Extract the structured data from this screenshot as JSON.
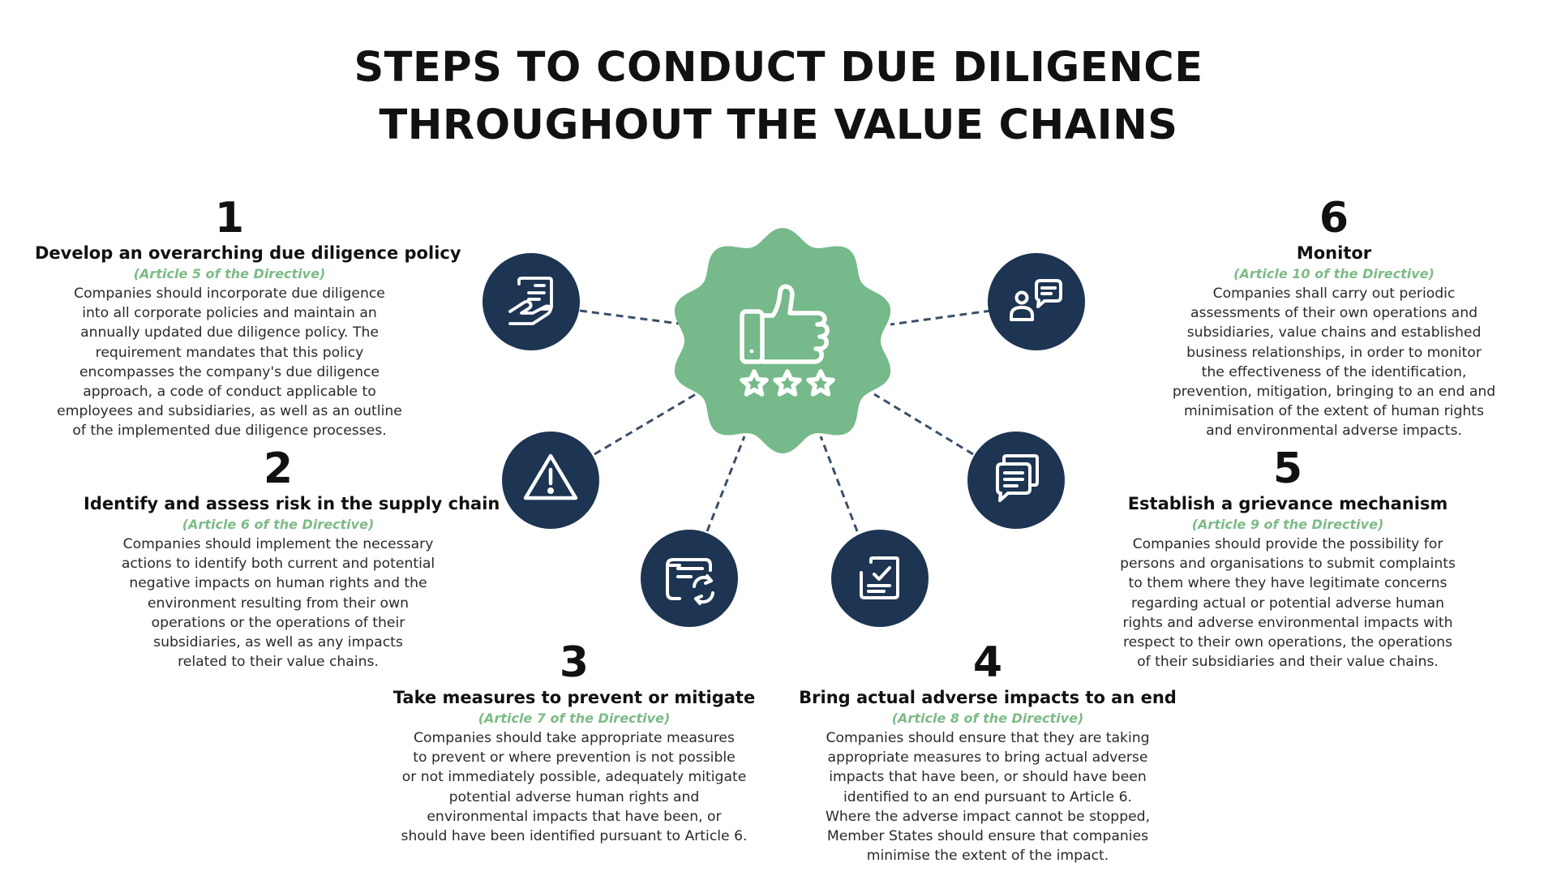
{
  "title": {
    "line1": "STEPS TO CONDUCT DUE DILIGENCE",
    "line2": "THROUGHOUT THE VALUE CHAINS"
  },
  "center": {
    "icon": "thumbs-up-three-stars-icon",
    "color": "#76b98a"
  },
  "node_color": "#1d3452",
  "accent_color": "#7dbb86",
  "steps": [
    {
      "number": "1",
      "heading": "Develop an overarching due diligence policy",
      "article": "(Article 5 of the Directive)",
      "icon": "policy-document-hand-icon",
      "body": [
        "Companies should incorporate due diligence",
        "into all corporate policies and maintain an",
        "annually updated due diligence policy. The",
        "requirement mandates that this policy",
        "encompasses the company's due diligence",
        "approach, a code of conduct applicable to",
        "employees and subsidiaries, as well as an outline",
        "of the implemented due diligence processes."
      ]
    },
    {
      "number": "2",
      "heading": "Identify and assess risk in the supply chain",
      "article": "(Article 6 of the Directive)",
      "icon": "warning-triangle-icon",
      "body": [
        "Companies should implement the necessary",
        "actions to identify both current and potential",
        "negative impacts on human rights and the",
        "environment resulting from their own",
        "operations or the operations of their",
        "subsidiaries, as well as any impacts",
        "related to their value chains."
      ]
    },
    {
      "number": "3",
      "heading": "Take measures to prevent or mitigate",
      "article": "(Article 7 of the Directive)",
      "icon": "document-refresh-icon",
      "body": [
        "Companies should take appropriate measures",
        "to prevent or where prevention is not possible",
        "or not immediately possible, adequately mitigate",
        "potential adverse human rights and",
        "environmental impacts that have been, or",
        "should have been identified pursuant to Article 6."
      ]
    },
    {
      "number": "4",
      "heading": "Bring actual adverse impacts to an end",
      "article": "(Article 8 of the Directive)",
      "icon": "checklist-icon",
      "body": [
        "Companies should ensure that they are taking",
        "appropriate measures to bring actual adverse",
        "impacts that have been, or should have been",
        "identified to an end pursuant to Article 6.",
        "Where the adverse impact cannot be stopped,",
        "Member States should ensure that companies",
        "minimise the extent of the impact."
      ]
    },
    {
      "number": "5",
      "heading": "Establish a grievance mechanism",
      "article": "(Article 9 of the Directive)",
      "icon": "message-stack-icon",
      "body": [
        "Companies should provide the possibility for",
        "persons and organisations to submit complaints",
        "to them where they have legitimate concerns",
        "regarding actual or potential adverse human",
        "rights and adverse environmental impacts with",
        "respect to their own operations, the operations",
        "of their subsidiaries and their value chains."
      ]
    },
    {
      "number": "6",
      "heading": "Monitor",
      "article": "(Article 10 of the Directive)",
      "icon": "user-chat-icon",
      "body": [
        "Companies shall carry out periodic",
        "assessments of their own operations and",
        "subsidiaries, value chains and established",
        "business relationships, in order to monitor",
        "the effectiveness of the identification,",
        "prevention, mitigation, bringing to an end and",
        "minimisation of the extent of human rights",
        "and environmental adverse impacts."
      ]
    }
  ]
}
